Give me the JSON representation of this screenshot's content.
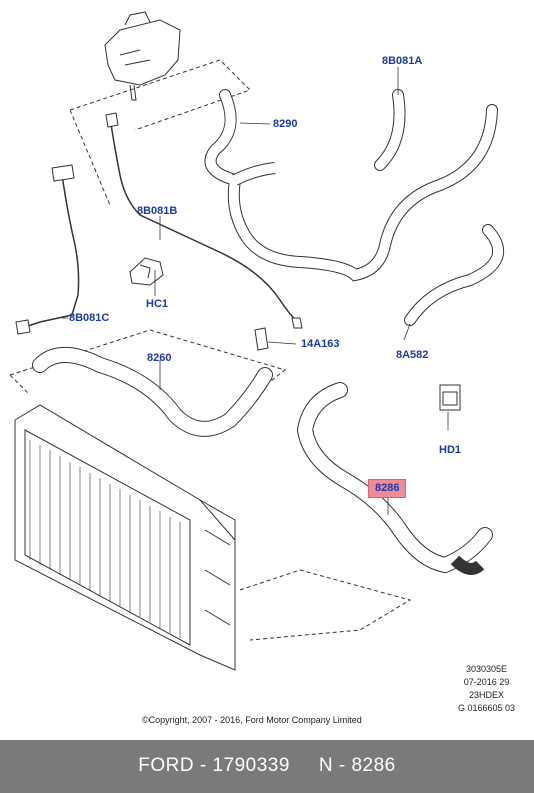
{
  "labels": {
    "p8B081A": "8B081A",
    "p8290": "8290",
    "p8B081B": "8B081B",
    "pHC1": "HC1",
    "p8B081C": "8B081C",
    "p14A163": "14A163",
    "p8260": "8260",
    "p8A582": "8A582",
    "pHD1": "HD1",
    "p8286": "8286"
  },
  "metadata": {
    "code1": "3030305E",
    "code2": "07-2016 29",
    "code3": "23HDEX",
    "code4": "G 0166605 03"
  },
  "copyright": "©Copyright, 2007 - 2016, Ford Motor Company Limited",
  "footer": {
    "text": "FORD - 1790339     N - 8286"
  },
  "colors": {
    "label": "#1a3aa8",
    "highlight": "#f08a96",
    "footer_bg": "#7a7a7a"
  }
}
